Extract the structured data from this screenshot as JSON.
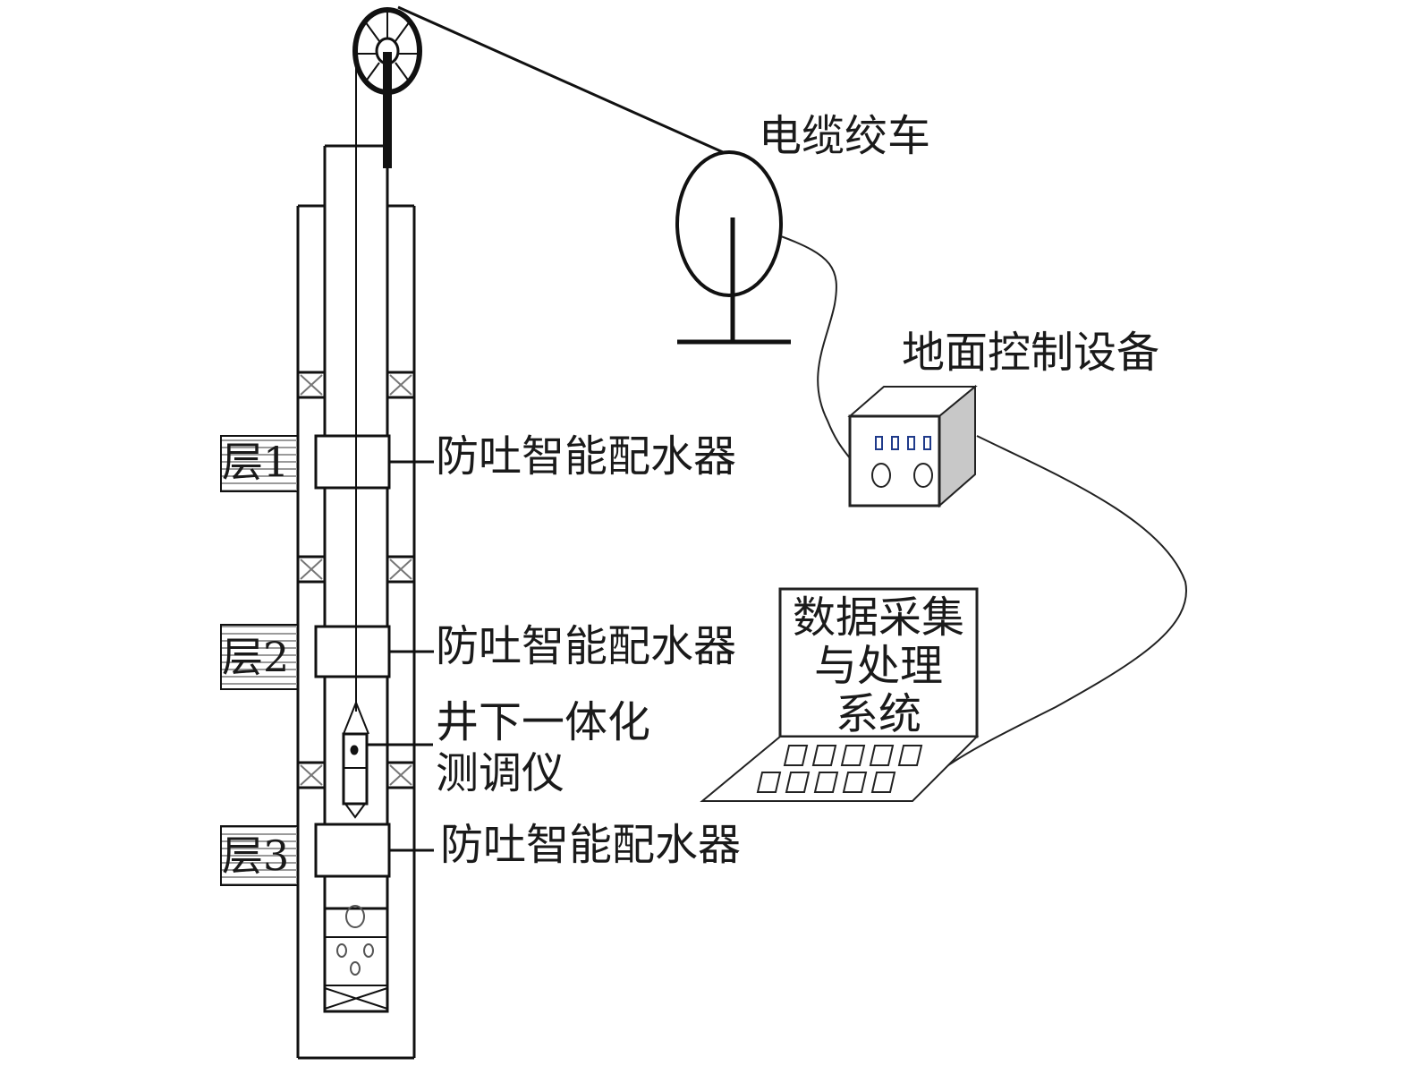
{
  "title": "井下一体化测调系统示意图",
  "labels": {
    "winch": "电缆绞车",
    "ground_control": "地面控制设备",
    "distributor_1": "防吐智能配水器",
    "distributor_2": "防吐智能配水器",
    "distributor_3": "防吐智能配水器",
    "tool_line1": "井下一体化",
    "tool_line2": "测调仪",
    "daq_line1": "数据采集",
    "daq_line2": "与处理",
    "daq_line3": "系统"
  },
  "layers": [
    {
      "label": "层1"
    },
    {
      "label": "层2"
    },
    {
      "label": "层3"
    }
  ],
  "colors": {
    "stroke": "#111111",
    "indicator": "#1f3a8a",
    "box_side": "#c8c8c8",
    "hatch": "#999999"
  }
}
